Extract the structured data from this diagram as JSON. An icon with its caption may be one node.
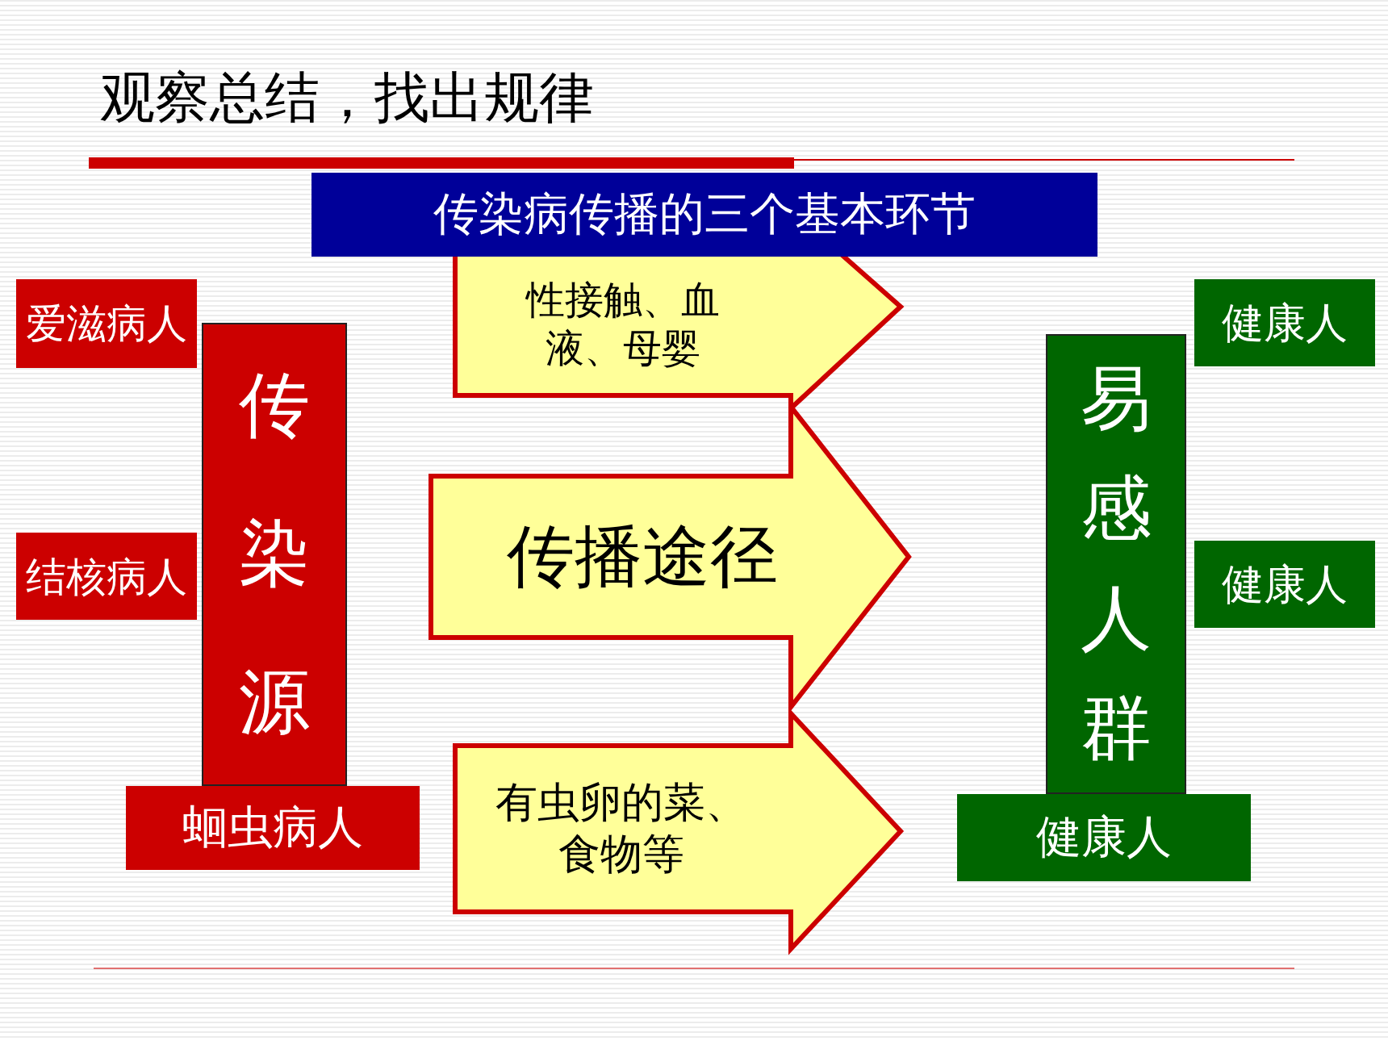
{
  "diagram": {
    "title": "观察总结，找出规律",
    "nodes": [
      {
        "text": [
          "传染病传播的三个基本环节"
        ]
      },
      {
        "text": [
          "传染源"
        ]
      },
      {
        "text": [
          "爱滋病人"
        ]
      },
      {
        "text": [
          "结核病人"
        ]
      },
      {
        "text": [
          "蛔虫病人"
        ]
      },
      {
        "text": [
          "性接触、血液、母婴"
        ]
      },
      {
        "text": [
          "传播途径"
        ]
      },
      {
        "text": [
          "有虫卵的菜、食物等"
        ]
      },
      {
        "text": [
          "易感人群"
        ]
      },
      {
        "text": [
          "健康人"
        ]
      },
      {
        "text": [
          "健康人"
        ]
      },
      {
        "text": [
          "健康人"
        ]
      }
    ]
  }
}
